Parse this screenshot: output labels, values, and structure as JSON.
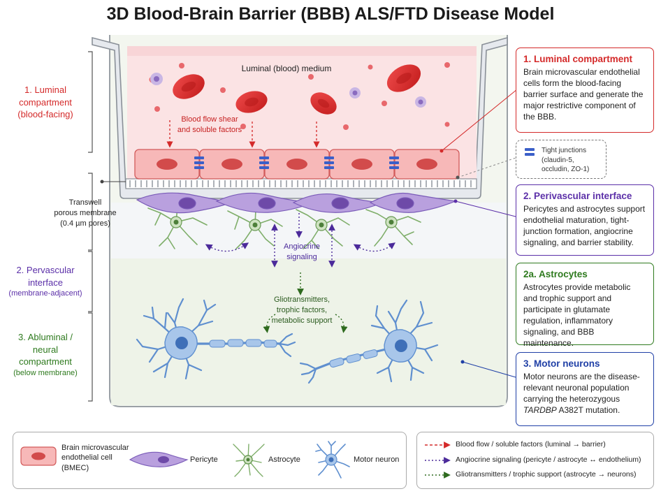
{
  "title": "3D Blood-Brain Barrier (BBB) ALS/FTD Disease Model",
  "diagram": {
    "luminal_medium": "Luminal (blood) medium",
    "blood_flow_label": [
      "Blood flow shear",
      "and soluble factors"
    ],
    "transwell_label": [
      "Transwell",
      "porous membrane",
      "(0.4 µm pores)"
    ],
    "angiocrine_label": [
      "Angiocrine",
      "signaling"
    ],
    "glio_label": [
      "Gliotransmitters,",
      "trophic factors,",
      "metabolic support"
    ]
  },
  "side_labels": {
    "luminal": [
      "1. Luminal",
      "compartment",
      "(blood-facing)"
    ],
    "perivascular": [
      "2. Pervascular",
      "interface"
    ],
    "perivascular_sub": "(membrane-adjacent)",
    "abluminal": [
      "3. Abluminal /",
      "neural",
      "compartment"
    ],
    "abluminal_sub": "(below membrane)"
  },
  "info_boxes": {
    "luminal": {
      "title": "1. Luminal compartment",
      "body": "Brain microvascular endothelial cells form the blood-facing barrier surface and generate the major restrictive component of the BBB."
    },
    "tight_junctions": {
      "title": "Tight junctions",
      "body": "(claudin-5, occludin, ZO-1)"
    },
    "perivascular": {
      "title": "2. Perivascular interface",
      "body": "Pericytes and astrocytes support endothelial maturation, tight-junction formation, angiocrine signaling, and barrier stability."
    },
    "astrocytes": {
      "title": "2a. Astrocytes",
      "body": "Astrocytes provide metabolic and trophic support and participate in glutamate regulation, inflammatory signaling, and BBB maintenance."
    },
    "motor_neurons": {
      "title": "3. Motor neurons",
      "body_pre": "Motor neurons are the disease-relevant neuronal population carrying the heterozygous",
      "gene": "TARDBP",
      "body_post": " A382T mutation."
    }
  },
  "legend": {
    "bmec": [
      "Brain microvascular",
      "endothelial cell",
      "(BMEC)"
    ],
    "pericyte": "Pericyte",
    "astrocyte": "Astrocyte",
    "motor_neuron": "Motor neuron",
    "arrows": {
      "blood_flow": "Blood flow / soluble factors (luminal → barrier)",
      "angiocrine": "Angiocrine signaling (pericyte / astrocyte ↔ endothelium)",
      "glio": "Gliotransmitters / trophic support (astrocyte → neurons)"
    }
  },
  "colors": {
    "luminal_red": "#d42a2a",
    "perivascular_purple": "#5b2fa8",
    "astro_green": "#2e7a1e",
    "motor_blue": "#1f3fa6",
    "endothelial_fill": "#f7b8b8",
    "pericyte_fill": "#b9a0de",
    "astro_stroke": "#7fae6a",
    "neuron_fill": "#a8c6ea"
  }
}
